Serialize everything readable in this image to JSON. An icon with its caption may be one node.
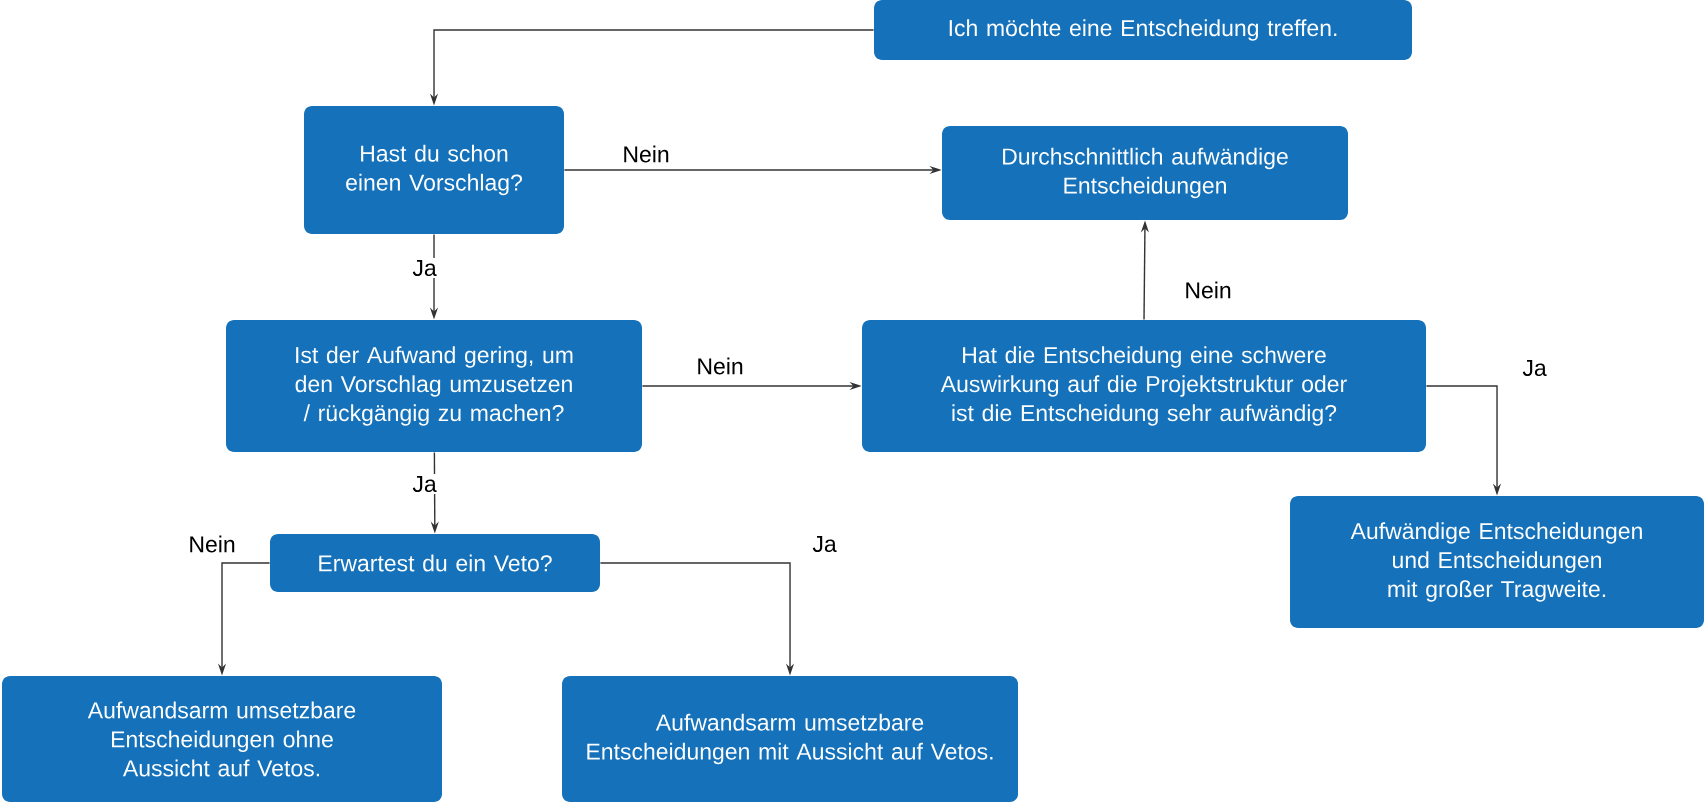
{
  "diagram": {
    "nodes": [
      {
        "text": [
          "Ich möchte eine Entscheidung treffen."
        ]
      },
      {
        "text": [
          "Hast du schon einen Vorschlag?"
        ]
      },
      {
        "text": [
          "Durchschnittlich aufwändige Entscheidungen"
        ]
      },
      {
        "text": [
          "Ist der Aufwand gering, um den Vorschlag umzusetzen / rückgängig zu machen?"
        ]
      },
      {
        "text": [
          "Hat die Entscheidung eine schwere Auswirkung auf die Projektstruktur oder ist die Entscheidung sehr aufwändig?"
        ]
      },
      {
        "text": [
          "Erwartest du ein Veto?"
        ]
      },
      {
        "text": [
          "Aufwändige Entscheidungen und Entscheidungen mit großer Tragweite."
        ]
      },
      {
        "text": [
          "Aufwandsarm umsetzbare Entscheidungen ohne Aussicht auf Vetos."
        ]
      },
      {
        "text": [
          "Aufwandsarm umsetzbare Entscheidungen mit Aussicht auf Vetos."
        ]
      }
    ],
    "edges": [
      {
        "from": 0,
        "to": 1,
        "arrow": "to"
      },
      {
        "from": 1,
        "to": 2,
        "arrow": "to",
        "label": "Nein"
      },
      {
        "from": 1,
        "to": 3,
        "arrow": "to",
        "label": "Ja"
      },
      {
        "from": 3,
        "to": 4,
        "arrow": "to",
        "label": "Nein"
      },
      {
        "from": 4,
        "to": 2,
        "arrow": "to",
        "label": "Nein"
      },
      {
        "from": 4,
        "to": 6,
        "arrow": "to",
        "label": "Ja"
      },
      {
        "from": 3,
        "to": 5,
        "arrow": "to",
        "label": "Ja"
      },
      {
        "from": 5,
        "to": 7,
        "arrow": "to",
        "label": "Nein"
      },
      {
        "from": 5,
        "to": 8,
        "arrow": "to",
        "label": "Ja"
      }
    ]
  }
}
